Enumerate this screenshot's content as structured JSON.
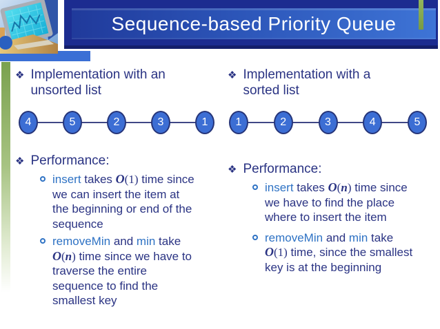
{
  "title": "Sequence-based Priority Queue",
  "colors": {
    "banner_navy": "#1c2c90",
    "banner_gradient_right": "#3e74d6",
    "body_text_navy": "#2a3383",
    "keyword_blue": "#2e72c4",
    "node_fill": "#3c6ed4",
    "node_border": "#263579",
    "green_accent": "#8fb259",
    "side_bar_green": "#7aa14e"
  },
  "bullet_glyph": "❖",
  "left": {
    "heading": "Implementation with an unsorted list",
    "nodes": [
      "4",
      "5",
      "2",
      "3",
      "1"
    ],
    "performance_label": "Performance:",
    "bullets": [
      [
        {
          "style": "kw",
          "text": "insert"
        },
        {
          "style": "plain",
          "text": " takes "
        },
        {
          "style": "bigO",
          "text": "O"
        },
        {
          "style": "serif",
          "text": "(1)"
        },
        {
          "style": "plain",
          "text": " time since we can insert the item at the beginning or end of the sequence"
        }
      ],
      [
        {
          "style": "kw",
          "text": "removeMin"
        },
        {
          "style": "plain",
          "text": " and "
        },
        {
          "style": "kw",
          "text": "min"
        },
        {
          "style": "plain",
          "text": " take "
        },
        {
          "style": "bigO",
          "text": "O"
        },
        {
          "style": "serif",
          "text": "("
        },
        {
          "style": "var",
          "text": "n"
        },
        {
          "style": "serif",
          "text": ")"
        },
        {
          "style": "plain",
          "text": " time since we have to traverse the entire sequence to find the smallest key"
        }
      ]
    ]
  },
  "right": {
    "heading": "Implementation with a sorted list",
    "nodes": [
      "1",
      "2",
      "3",
      "4",
      "5"
    ],
    "performance_label": "Performance:",
    "bullets": [
      [
        {
          "style": "kw",
          "text": "insert"
        },
        {
          "style": "plain",
          "text": " takes "
        },
        {
          "style": "bigO",
          "text": "O"
        },
        {
          "style": "serif",
          "text": "("
        },
        {
          "style": "var",
          "text": "n"
        },
        {
          "style": "serif",
          "text": ")"
        },
        {
          "style": "plain",
          "text": " time since we have to find the place where to insert the item"
        }
      ],
      [
        {
          "style": "kw",
          "text": "removeMin"
        },
        {
          "style": "plain",
          "text": " and "
        },
        {
          "style": "kw",
          "text": "min"
        },
        {
          "style": "plain",
          "text": " take "
        },
        {
          "style": "bigO",
          "text": "O"
        },
        {
          "style": "serif",
          "text": "(1)"
        },
        {
          "style": "plain",
          "text": " time, since the smallest key is at the beginning"
        }
      ]
    ]
  }
}
